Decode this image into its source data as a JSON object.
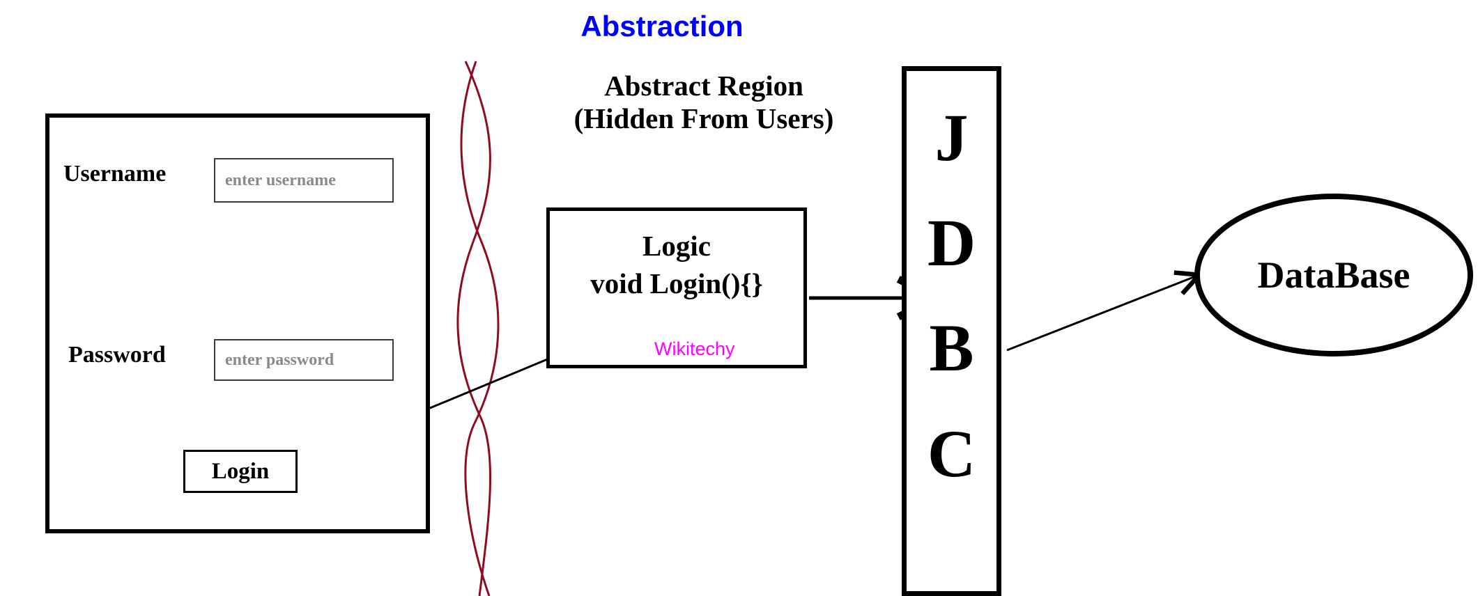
{
  "title": "Abstraction",
  "colors": {
    "title": "#0000ff",
    "wave": "#8e0c22",
    "watermark": "#ff00ff",
    "outline": "#000000",
    "placeholder": "#8a8a8a"
  },
  "login_form": {
    "username_label": "Username",
    "username_placeholder": "enter username",
    "password_label": "Password",
    "password_placeholder": "enter password",
    "login_button": "Login"
  },
  "abstract_region": {
    "line1": "Abstract Region",
    "line2": "(Hidden From Users)"
  },
  "logic_box": {
    "line1": "Logic",
    "line2": "void Login(){}",
    "watermark": "Wikitechy"
  },
  "jdbc": {
    "letters": [
      "J",
      "D",
      "B",
      "C"
    ]
  },
  "database": {
    "label": "DataBase"
  }
}
